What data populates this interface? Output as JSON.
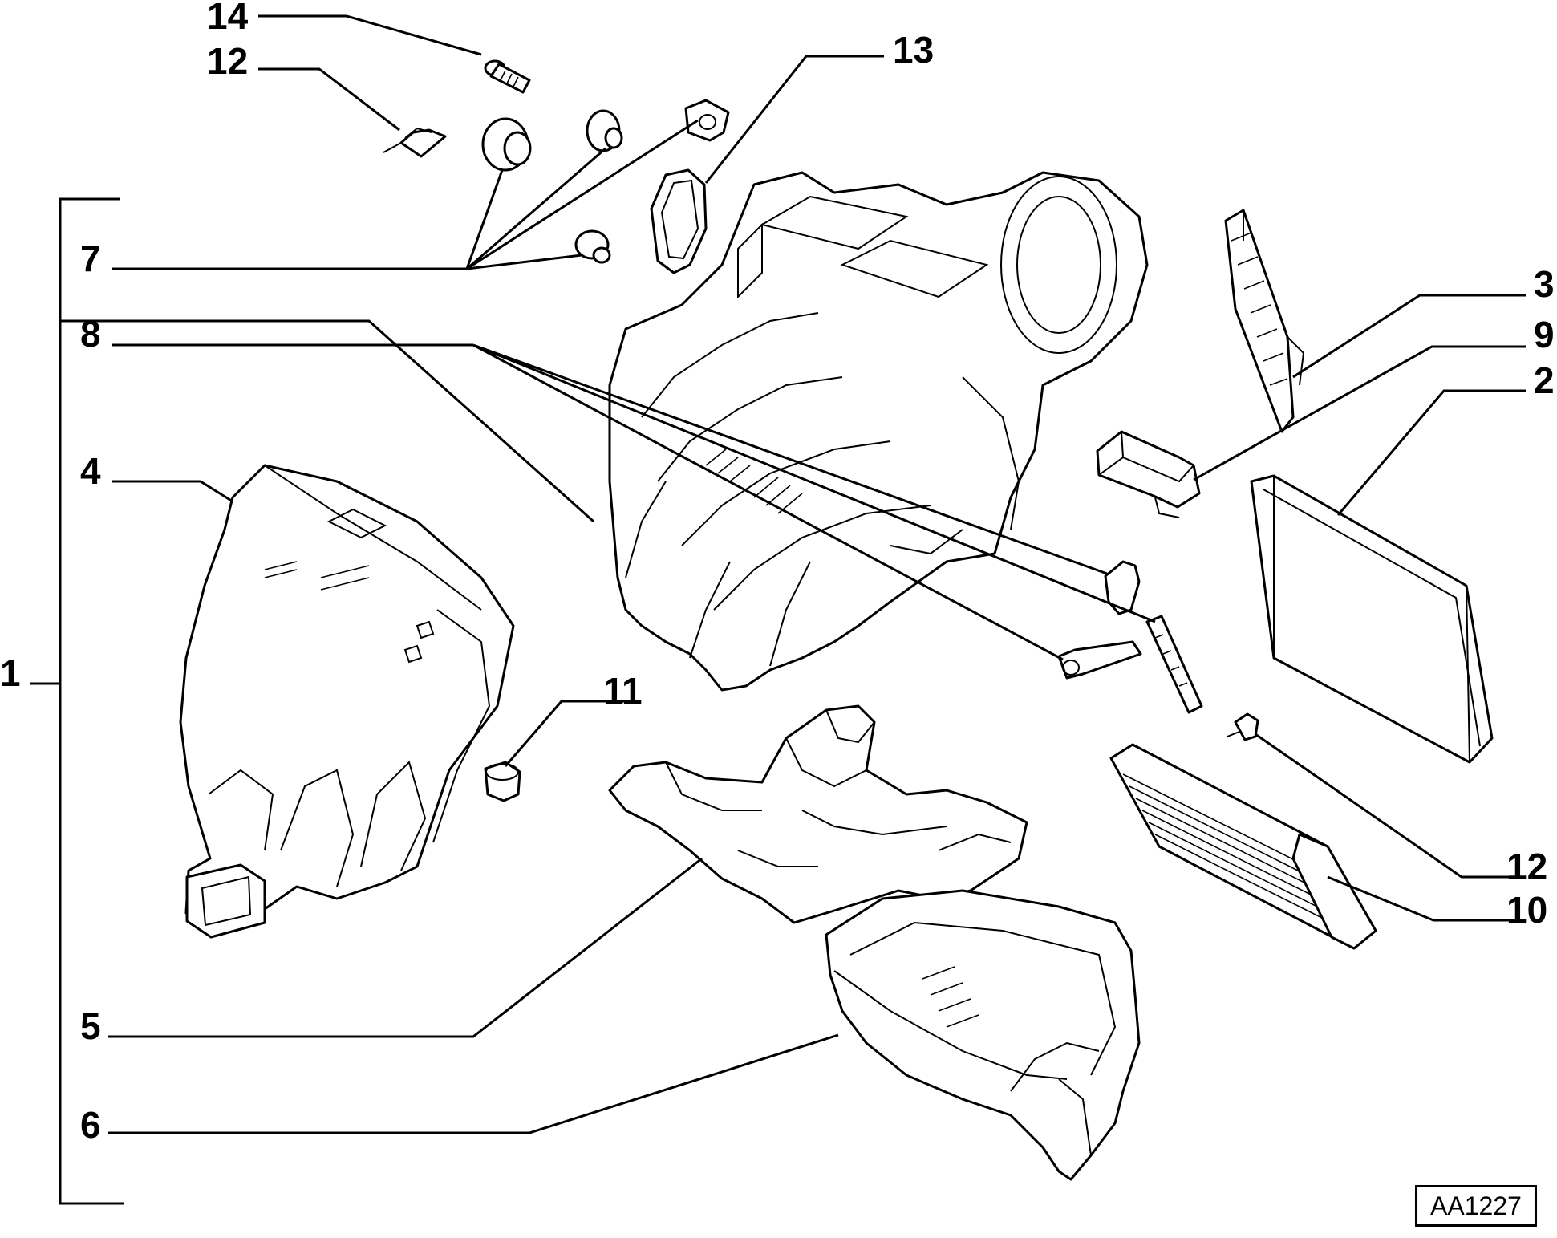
{
  "diagram": {
    "code": "AA1227",
    "callouts": {
      "c1": "1",
      "c2": "2",
      "c3": "3",
      "c4": "4",
      "c5": "5",
      "c6": "6",
      "c7": "7",
      "c8": "8",
      "c9": "9",
      "c10": "10",
      "c11": "11",
      "c12a": "12",
      "c12b": "12",
      "c13": "13",
      "c14": "14"
    }
  }
}
